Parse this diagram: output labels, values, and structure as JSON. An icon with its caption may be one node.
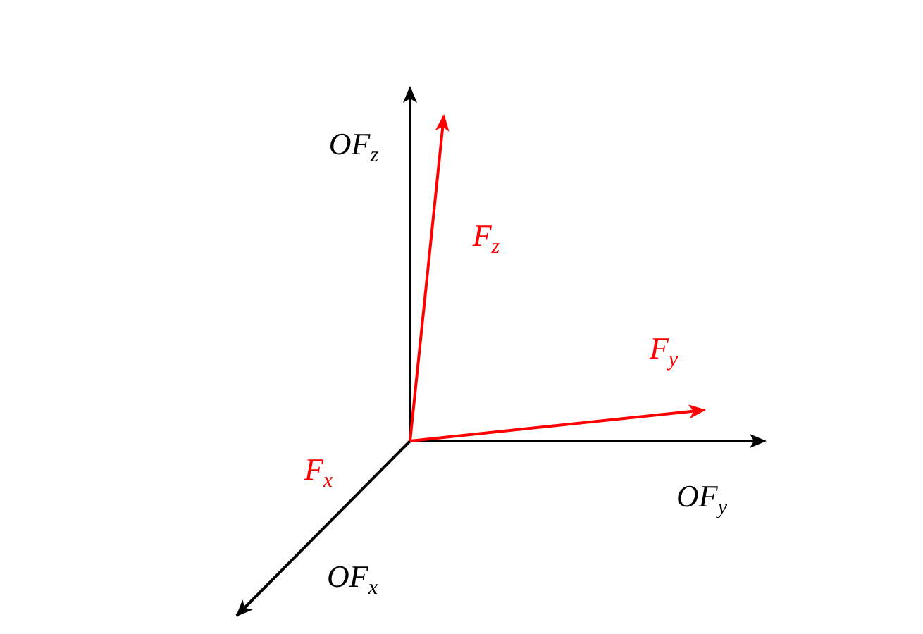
{
  "diagram": {
    "labels": [
      "OF$_{z}$",
      "F$_{z}$",
      "F$_{y}$",
      "F$_{x}$",
      "OF$_{y}$",
      "OF$_{x}$"
    ]
  }
}
